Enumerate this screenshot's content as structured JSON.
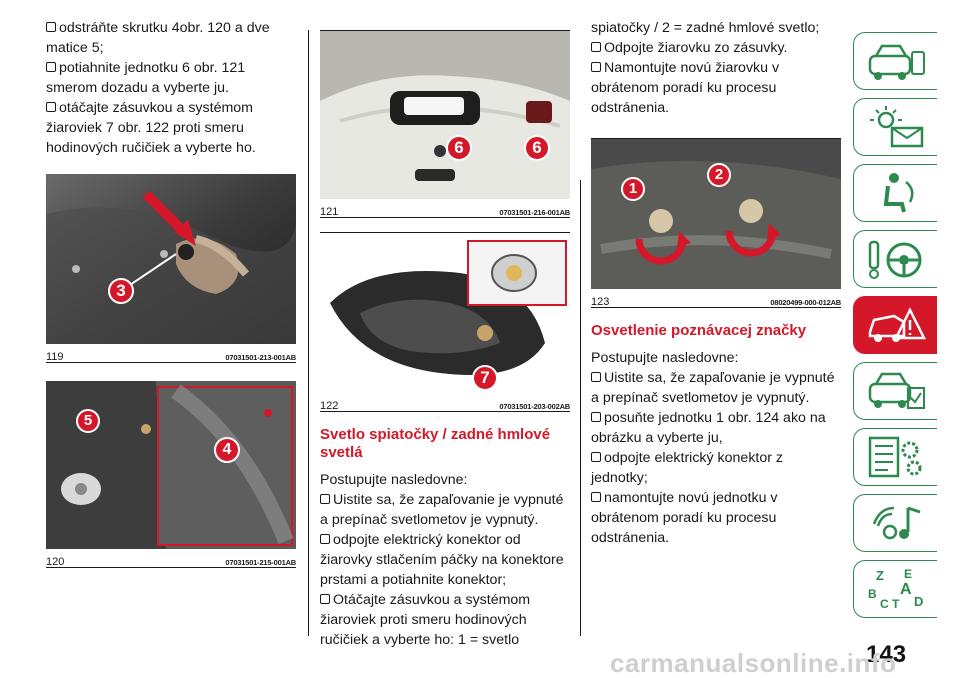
{
  "col1": {
    "bullets": [
      "odstráňte skrutku 4obr. 120 a dve matice 5;",
      "potiahnite jednotku 6 obr. 121 smerom dozadu a vyberte ju.",
      "otáčajte zásuvkou a systémom žiaroviek 7 obr. 122 proti smeru hodinových ručičiek a vyberte ho."
    ],
    "fig119": {
      "num": "119",
      "code": "07031501-213-001AB",
      "callouts": [
        "3"
      ]
    },
    "fig120": {
      "num": "120",
      "code": "07031501-215-001AB",
      "callouts": [
        "5",
        "4"
      ]
    }
  },
  "col2": {
    "fig121": {
      "num": "121",
      "code": "07031501-216-001AB",
      "callouts": [
        "6",
        "6"
      ]
    },
    "fig122": {
      "num": "122",
      "code": "07031501-203-002AB",
      "callouts": [
        "7"
      ]
    },
    "section_title": "Svetlo spiatočky / zadné hmlové svetlá",
    "intro": "Postupujte nasledovne:",
    "bullets": [
      "Uistite sa, že zapaľovanie je vypnuté a prepínač svetlometov je vypnutý.",
      "odpojte elektrický konektor od žiarovky stlačením páčky na konektore prstami a potiahnite konektor;",
      "Otáčajte zásuvkou a systémom žiaroviek proti smeru hodinových ručičiek a vyberte ho: 1 = svetlo"
    ]
  },
  "col3": {
    "continuation": "spiatočky / 2 = zadné hmlové svetlo;",
    "bullets_top": [
      "Odpojte žiarovku zo zásuvky.",
      "Namontujte novú žiarovku v obrátenom poradí ku procesu odstránenia."
    ],
    "fig123": {
      "num": "123",
      "code": "08020499-000-012AB",
      "callouts": [
        "1",
        "2"
      ]
    },
    "section_title": "Osvetlenie poznávacej značky",
    "intro": "Postupujte nasledovne:",
    "bullets": [
      "Uistite sa, že zapaľovanie je vypnuté a prepínač svetlometov je vypnutý.",
      "posuňte jednotku 1 obr. 124 ako na obrázku a vyberte ju,",
      "odpojte elektrický konektor z jednotky;",
      "namontujte novú jednotku v obrátenom poradí ku procesu odstránenia."
    ]
  },
  "nav": {
    "icons": [
      "car-dashboard-icon",
      "warning-lights-icon",
      "seat-airbag-icon",
      "steering-wheel-icon",
      "car-warning-icon",
      "car-check-icon",
      "gear-list-icon",
      "music-navigation-icon",
      "alphabet-index-icon"
    ],
    "active_index": 4,
    "accent": "#2d8a4e",
    "active_color": "#d4182a",
    "index_letters": [
      "Z",
      "E",
      "A",
      "B",
      "C",
      "T",
      "D"
    ]
  },
  "page_number": "143",
  "watermark": "carmanualsonline.info",
  "colors": {
    "heading": "#d4182a",
    "callout": "#d4182a"
  }
}
